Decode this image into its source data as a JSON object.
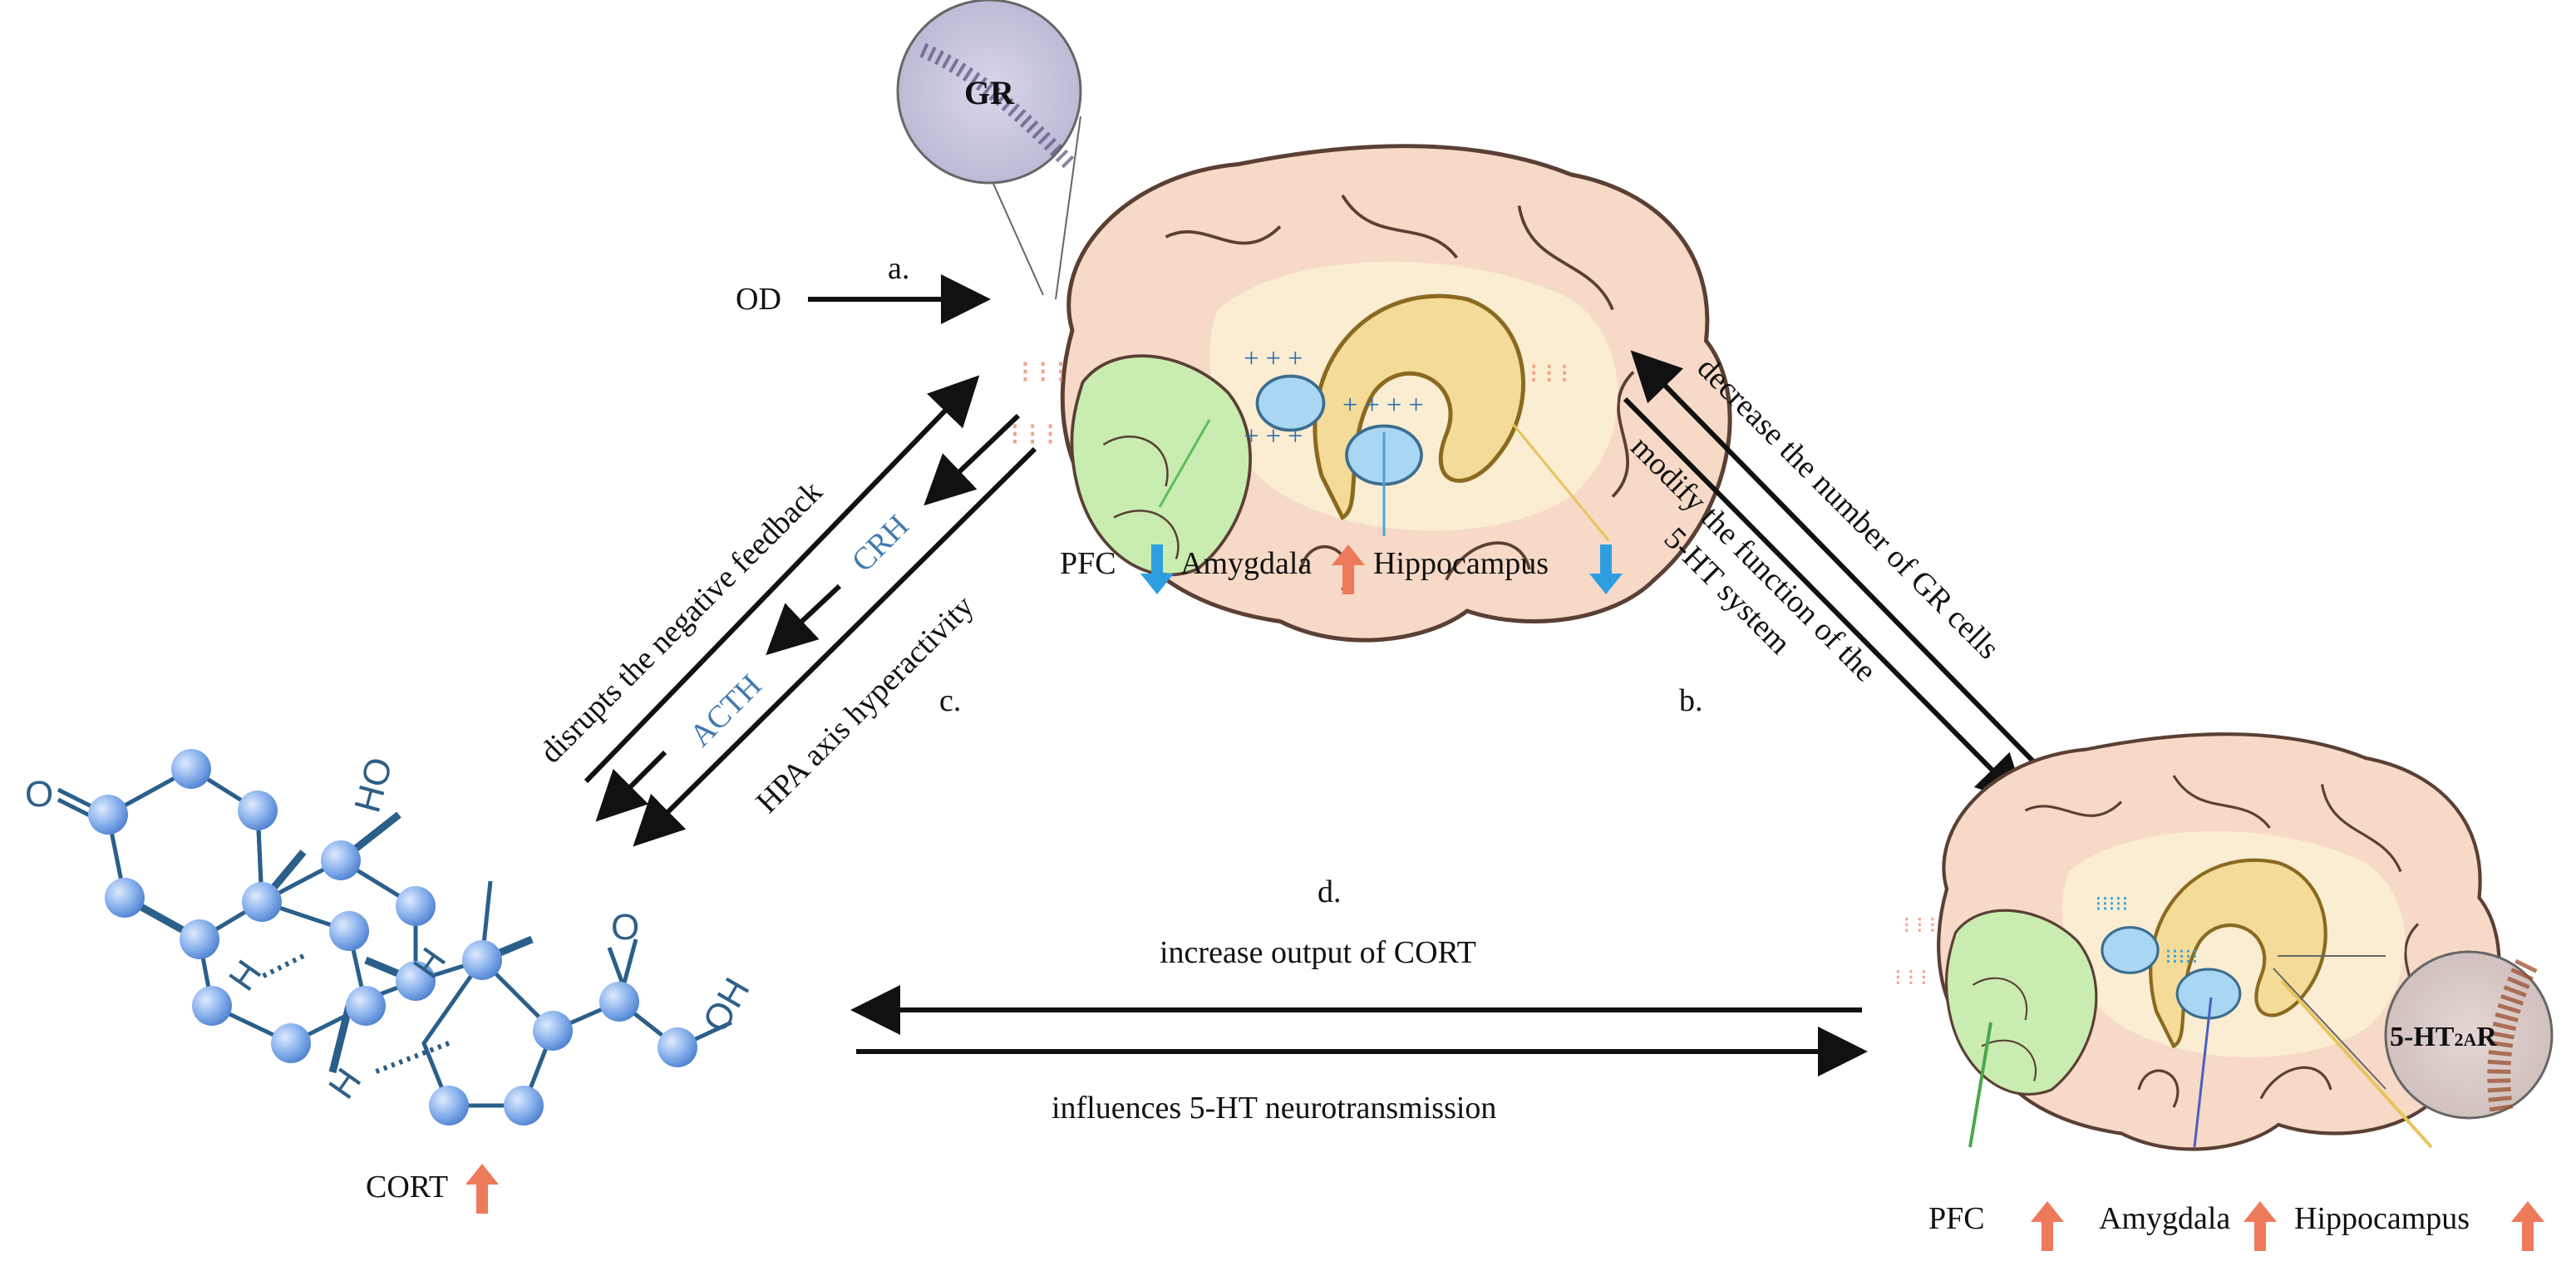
{
  "labels": {
    "od": "OD",
    "step_a": "a.",
    "step_b": "b.",
    "step_c": "c.",
    "step_d": "d.",
    "gr": "GR",
    "ht2ar_prefix": "5-HT",
    "ht2ar_sub": "2A",
    "ht2ar_suffix": "R",
    "crh": "CRH",
    "acth": "ACTH",
    "disrupts": "disrupts the negative feedback",
    "hpa": "HPA axis hyperactivity",
    "decrease_gr": "decrease the number of GR  cells",
    "modify_1": "modify the function of the",
    "modify_2": "5-HT system",
    "increase_cort": "increase output of CORT",
    "influences": "influences 5-HT neurotransmission",
    "cort": "CORT"
  },
  "molecule_atoms": {
    "ketone_o": "O",
    "ho_top": "HO",
    "oh_right": "OH",
    "ketone_o2": "O",
    "h1": "H",
    "h2": "H",
    "h3": "H"
  },
  "brain_top": {
    "regions": [
      {
        "name": "PFC",
        "direction": "down"
      },
      {
        "name": "Amygdala",
        "direction": "up"
      },
      {
        "name": "Hippocampus",
        "direction": "down"
      }
    ]
  },
  "brain_bottom": {
    "regions": [
      {
        "name": "PFC",
        "direction": "up"
      },
      {
        "name": "Amygdala",
        "direction": "up"
      },
      {
        "name": "Hippocampus",
        "direction": "up"
      }
    ]
  },
  "colors": {
    "up_arrow": "#ee7a5c",
    "down_arrow": "#2d9fe0",
    "brain_fill": "#f6d9c6",
    "brain_stroke": "#5a4034",
    "pfc_green": "#c9ecb0",
    "hippocampus": "#f4dc98",
    "amygdala": "#a9d6f2",
    "molecule_atom": "#8bb3ee",
    "molecule_bond": "#2b5f8a"
  }
}
